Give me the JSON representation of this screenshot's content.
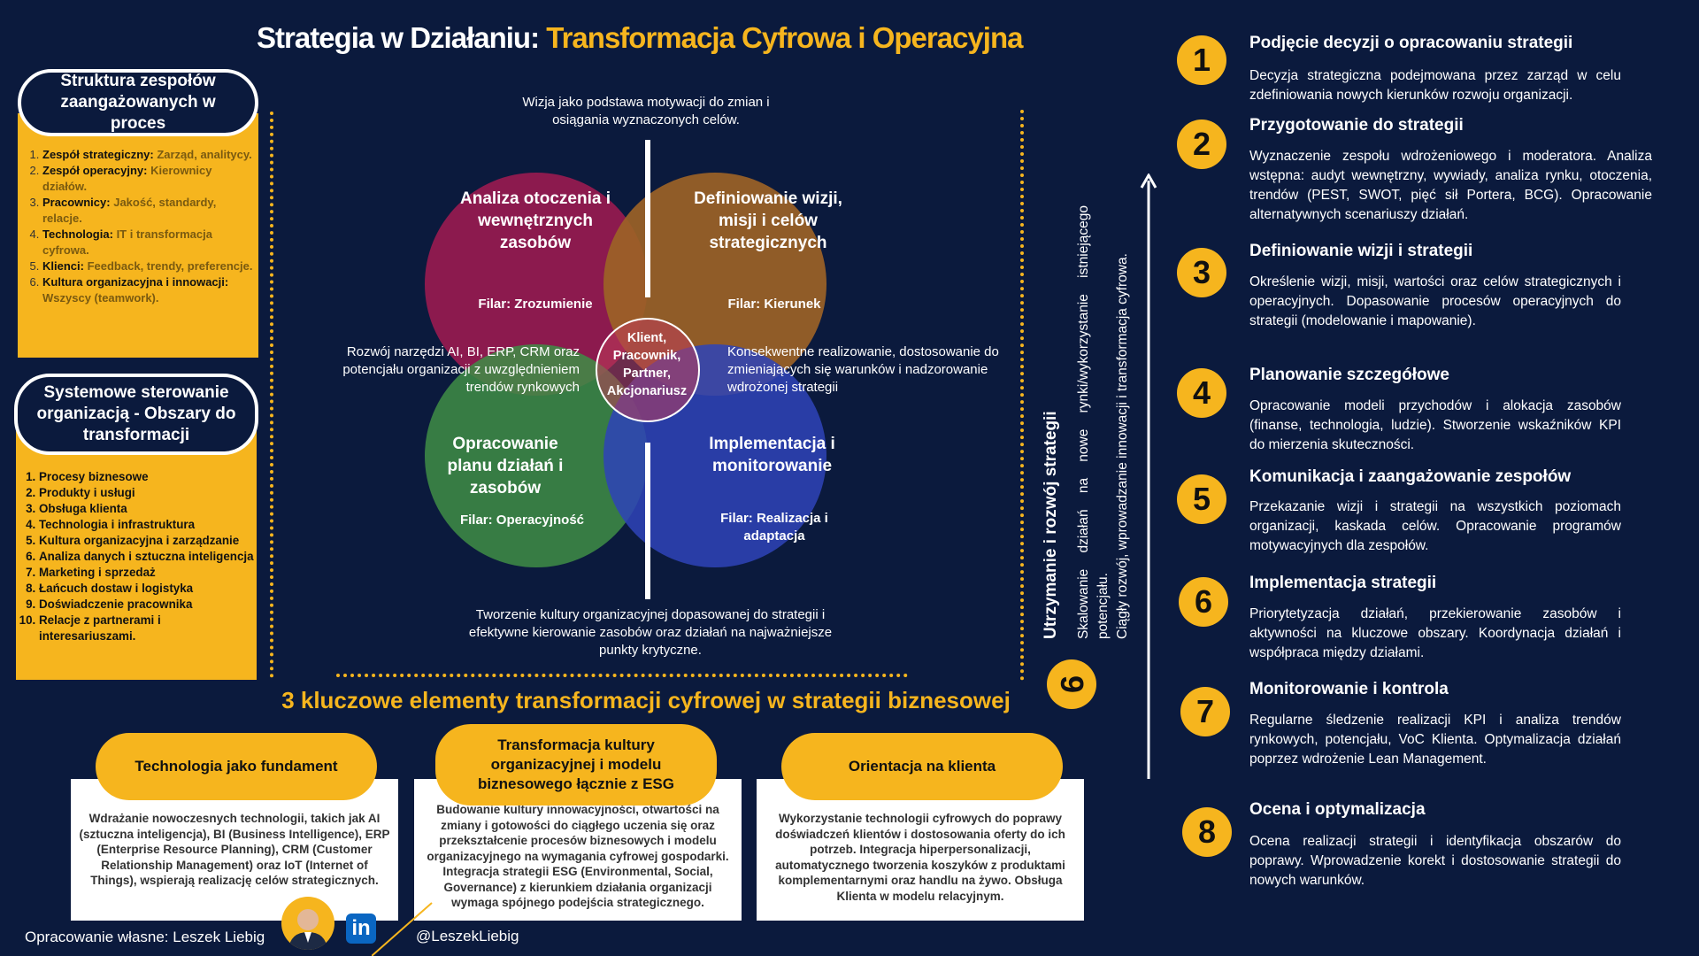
{
  "title": {
    "part1": "Strategia w Działaniu:",
    "part2": "Transformacja Cyfrowa i Operacyjna"
  },
  "left_panel_1": {
    "heading": "Struktura zespołów zaangażowanych w proces",
    "items": [
      {
        "label": "Zespół strategiczny:",
        "value": "Zarząd, analitycy."
      },
      {
        "label": "Zespół operacyjny:",
        "value": "Kierownicy działów."
      },
      {
        "label": "Pracownicy:",
        "value": "Jakość, standardy, relacje."
      },
      {
        "label": "Technologia:",
        "value": "IT i transformacja cyfrowa."
      },
      {
        "label": "Klienci:",
        "value": "Feedback, trendy, preferencje."
      },
      {
        "label": "Kultura organizacyjna i innowacji:",
        "value": "Wszyscy (teamwork)."
      }
    ]
  },
  "left_panel_2": {
    "heading": "Systemowe sterowanie organizacją - Obszary do transformacji",
    "items": [
      "Procesy biznesowe",
      "Produkty i usługi",
      "Obsługa klienta",
      "Technologia i infrastruktura",
      "Kultura organizacyjna i zarządzanie",
      "Analiza danych i sztuczna inteligencja",
      "Marketing i sprzedaż",
      "Łańcuch dostaw i logistyka",
      "Doświadczenie pracownika",
      "Relacje z partnerami i interesariuszami."
    ]
  },
  "venn": {
    "top_caption": "Wizja jako podstawa motywacji do zmian i osiągania wyznaczonych celów.",
    "left_caption": "Rozwój narzędzi AI, BI, ERP, CRM oraz potencjału organizacji z uwzględnieniem trendów rynkowych",
    "right_caption": "Konsekwentne realizowanie, dostosowanie do zmieniających się warunków i nadzorowanie wdrożonej strategii",
    "bottom_caption": "Tworzenie kultury organizacyjnej dopasowanej do strategii i efektywne kierowanie zasobów oraz działań na najważniejsze punkty krytyczne.",
    "center": "Klient, Pracownik, Partner, Akcjonariusz",
    "circles": [
      {
        "title": "Analiza otoczenia i wewnętrznych zasobów",
        "pillar": "Filar: Zrozumienie",
        "color": "#8c1a4e"
      },
      {
        "title": "Definiowanie wizji, misji i celów strategicznych",
        "pillar": "Filar: Kierunek",
        "color": "#9c6226"
      },
      {
        "title": "Opracowanie planu działań i zasobów",
        "pillar": "Filar: Operacyjność",
        "color": "#3f8d46"
      },
      {
        "title": "Implementacja i monitorowanie",
        "pillar": "Filar: Realizacja i adaptacja",
        "color": "#2f44b8"
      }
    ]
  },
  "key_heading": "3 kluczowe elementy transformacji cyfrowej w strategii biznesowej",
  "key_elements": [
    {
      "title": "Technologia jako fundament",
      "text": "Wdrażanie nowoczesnych technologii, takich jak AI (sztuczna inteligencja), BI (Business Intelligence), ERP (Enterprise Resource Planning), CRM (Customer Relationship Management) oraz IoT (Internet of Things), wspierają realizację celów strategicznych."
    },
    {
      "title": "Transformacja kultury organizacyjnej i modelu biznesowego łącznie z ESG",
      "text": "Budowanie kultury innowacyjności, otwartości na zmiany i gotowości do ciągłego uczenia się oraz przekształcenie procesów biznesowych i modelu organizacyjnego na wymagania cyfrowej gospodarki. Integracja strategii ESG (Environmental, Social, Governance) z kierunkiem działania organizacji wymaga spójnego podejścia strategicznego."
    },
    {
      "title": "Orientacja na klienta",
      "text": "Wykorzystanie technologii cyfrowych do poprawy doświadczeń klientów i dostosowania oferty do ich potrzeb. Integracja hiperpersonalizacji, automatycznego tworzenia koszyków z produktami komplementarnymi oraz handlu na żywo. Obsługa Klienta w modelu relacyjnym."
    }
  ],
  "footer": {
    "author": "Opracowanie własne: Leszek Liebig",
    "handle": "@LeszekLiebig",
    "linkedin_glyph": "in"
  },
  "side_vertical": {
    "step_number": "9",
    "heading": "Utrzymanie i rozwój strategii",
    "line1": "Skalowanie działań na nowe rynki/wykorzystanie istniejącego potencjału.",
    "line2": "Ciągły rozwój, wprowadzanie innowacji i transformacja cyfrowa."
  },
  "steps": [
    {
      "num": "1",
      "title": "Podjęcie decyzji o opracowaniu strategii",
      "desc": "Decyzja strategiczna podejmowana przez zarząd w celu zdefiniowania nowych kierunków rozwoju organizacji."
    },
    {
      "num": "2",
      "title": "Przygotowanie do strategii",
      "desc": "Wyznaczenie zespołu wdrożeniowego i moderatora. Analiza wstępna: audyt wewnętrzny, wywiady, analiza rynku, otoczenia, trendów (PEST, SWOT, pięć sił Portera, BCG). Opracowanie alternatywnych scenariuszy działań."
    },
    {
      "num": "3",
      "title": "Definiowanie wizji i strategii",
      "desc": "Określenie wizji, misji, wartości oraz celów strategicznych i operacyjnych. Dopasowanie procesów operacyjnych do strategii (modelowanie i mapowanie)."
    },
    {
      "num": "4",
      "title": "Planowanie szczegółowe",
      "desc": "Opracowanie modeli przychodów i alokacja zasobów (finanse, technologia, ludzie). Stworzenie wskaźników KPI do mierzenia skuteczności."
    },
    {
      "num": "5",
      "title": "Komunikacja i zaangażowanie zespołów",
      "desc": "Przekazanie wizji i strategii na wszystkich poziomach organizacji, kaskada celów. Opracowanie programów motywacyjnych dla zespołów."
    },
    {
      "num": "6",
      "title": "Implementacja strategii",
      "desc": "Priorytetyzacja działań, przekierowanie zasobów i aktywności na kluczowe obszary. Koordynacja działań i współpraca między działami."
    },
    {
      "num": "7",
      "title": "Monitorowanie i kontrola",
      "desc": "Regularne śledzenie realizacji KPI i analiza trendów rynkowych, potencjału, VoC Klienta. Optymalizacja działań poprzez wdrożenie Lean Management."
    },
    {
      "num": "8",
      "title": "Ocena i optymalizacja",
      "desc": "Ocena realizacji strategii i identyfikacja obszarów do poprawy. Wprowadzenie korekt i dostosowanie strategii do nowych warunków."
    }
  ]
}
